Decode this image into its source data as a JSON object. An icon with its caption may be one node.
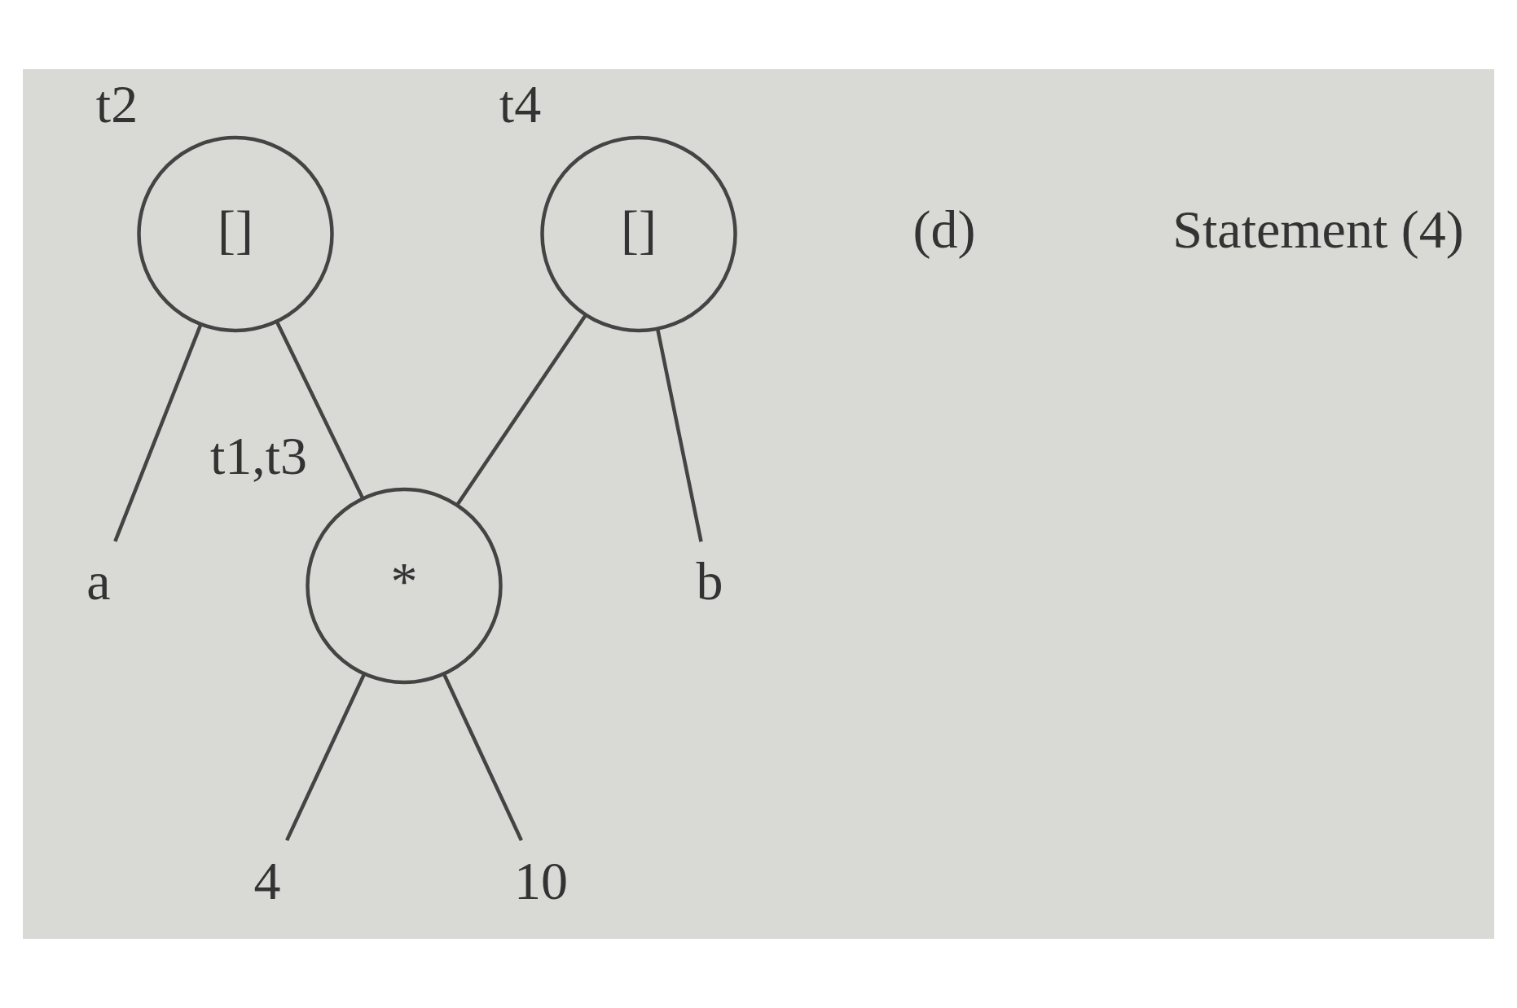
{
  "diagram": {
    "nodes": [
      {
        "text": [
          "[]"
        ],
        "beside": [
          "t2"
        ]
      },
      {
        "text": [
          "[]"
        ],
        "beside": [
          "t4"
        ]
      },
      {
        "text": [
          "*"
        ],
        "beside": [
          "t1,t3"
        ]
      },
      {
        "text": [
          "a"
        ]
      },
      {
        "text": [
          "b"
        ]
      },
      {
        "text": [
          "4"
        ]
      },
      {
        "text": [
          "10"
        ]
      }
    ],
    "edges": [
      {
        "from": 0,
        "to": 3,
        "arrow": "none"
      },
      {
        "from": 0,
        "to": 2,
        "arrow": "none"
      },
      {
        "from": 1,
        "to": 4,
        "arrow": "none"
      },
      {
        "from": 1,
        "to": 2,
        "arrow": "none"
      },
      {
        "from": 2,
        "to": 5,
        "arrow": "none"
      },
      {
        "from": 2,
        "to": 6,
        "arrow": "none"
      }
    ],
    "labels": [
      "(d)",
      "Statement (4)"
    ]
  }
}
